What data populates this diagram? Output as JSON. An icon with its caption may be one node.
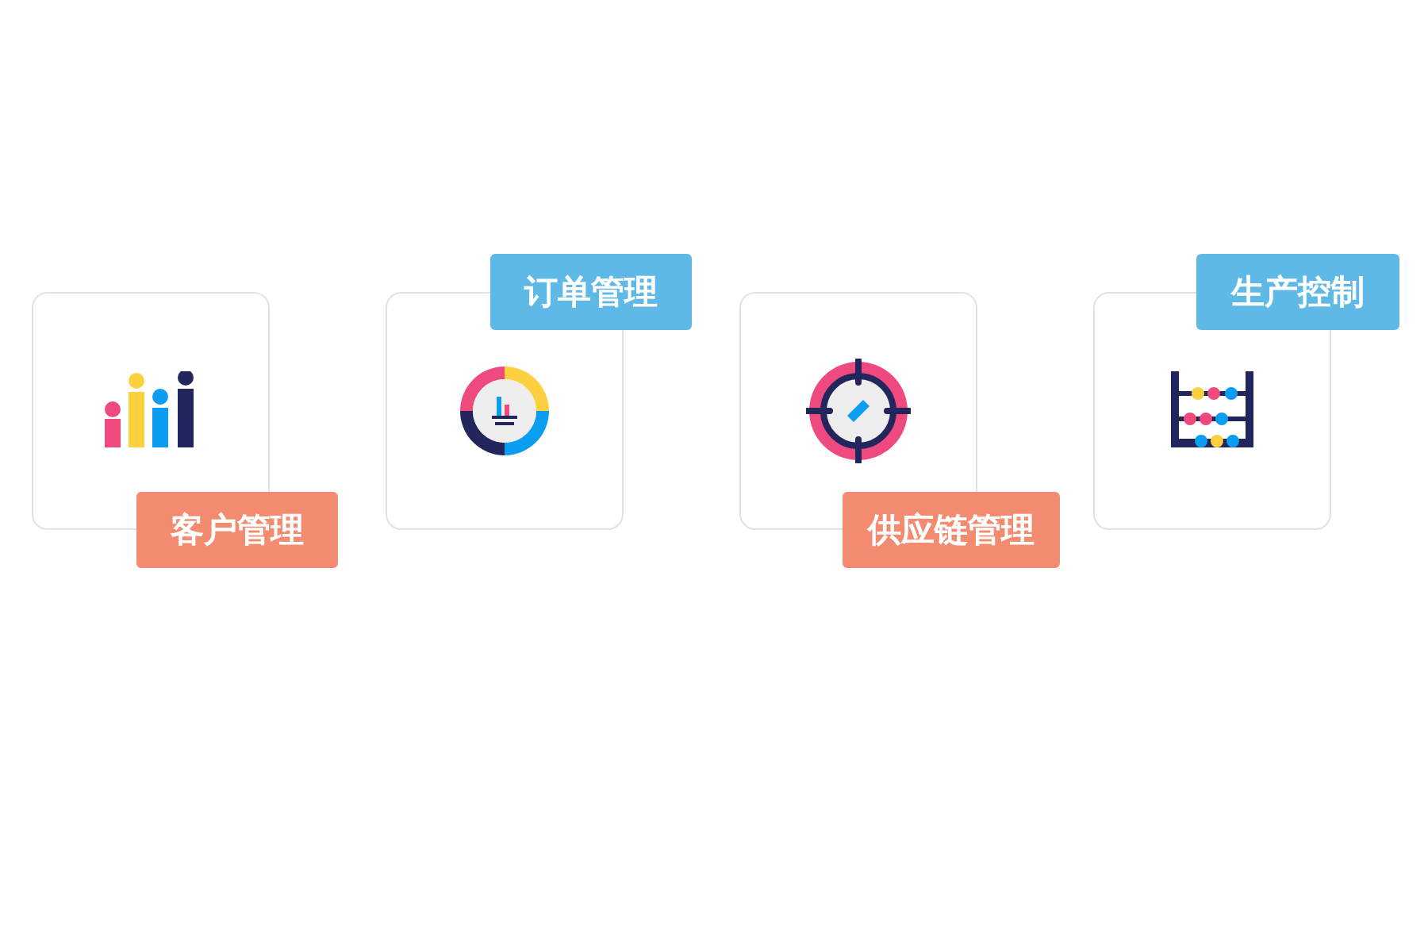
{
  "diagram": {
    "nodes": [
      {
        "text": [
          "客户管理"
        ]
      },
      {
        "text": [
          "订单管理"
        ]
      },
      {
        "text": [
          "供应链管理"
        ]
      },
      {
        "text": [
          "生产控制"
        ]
      }
    ]
  }
}
